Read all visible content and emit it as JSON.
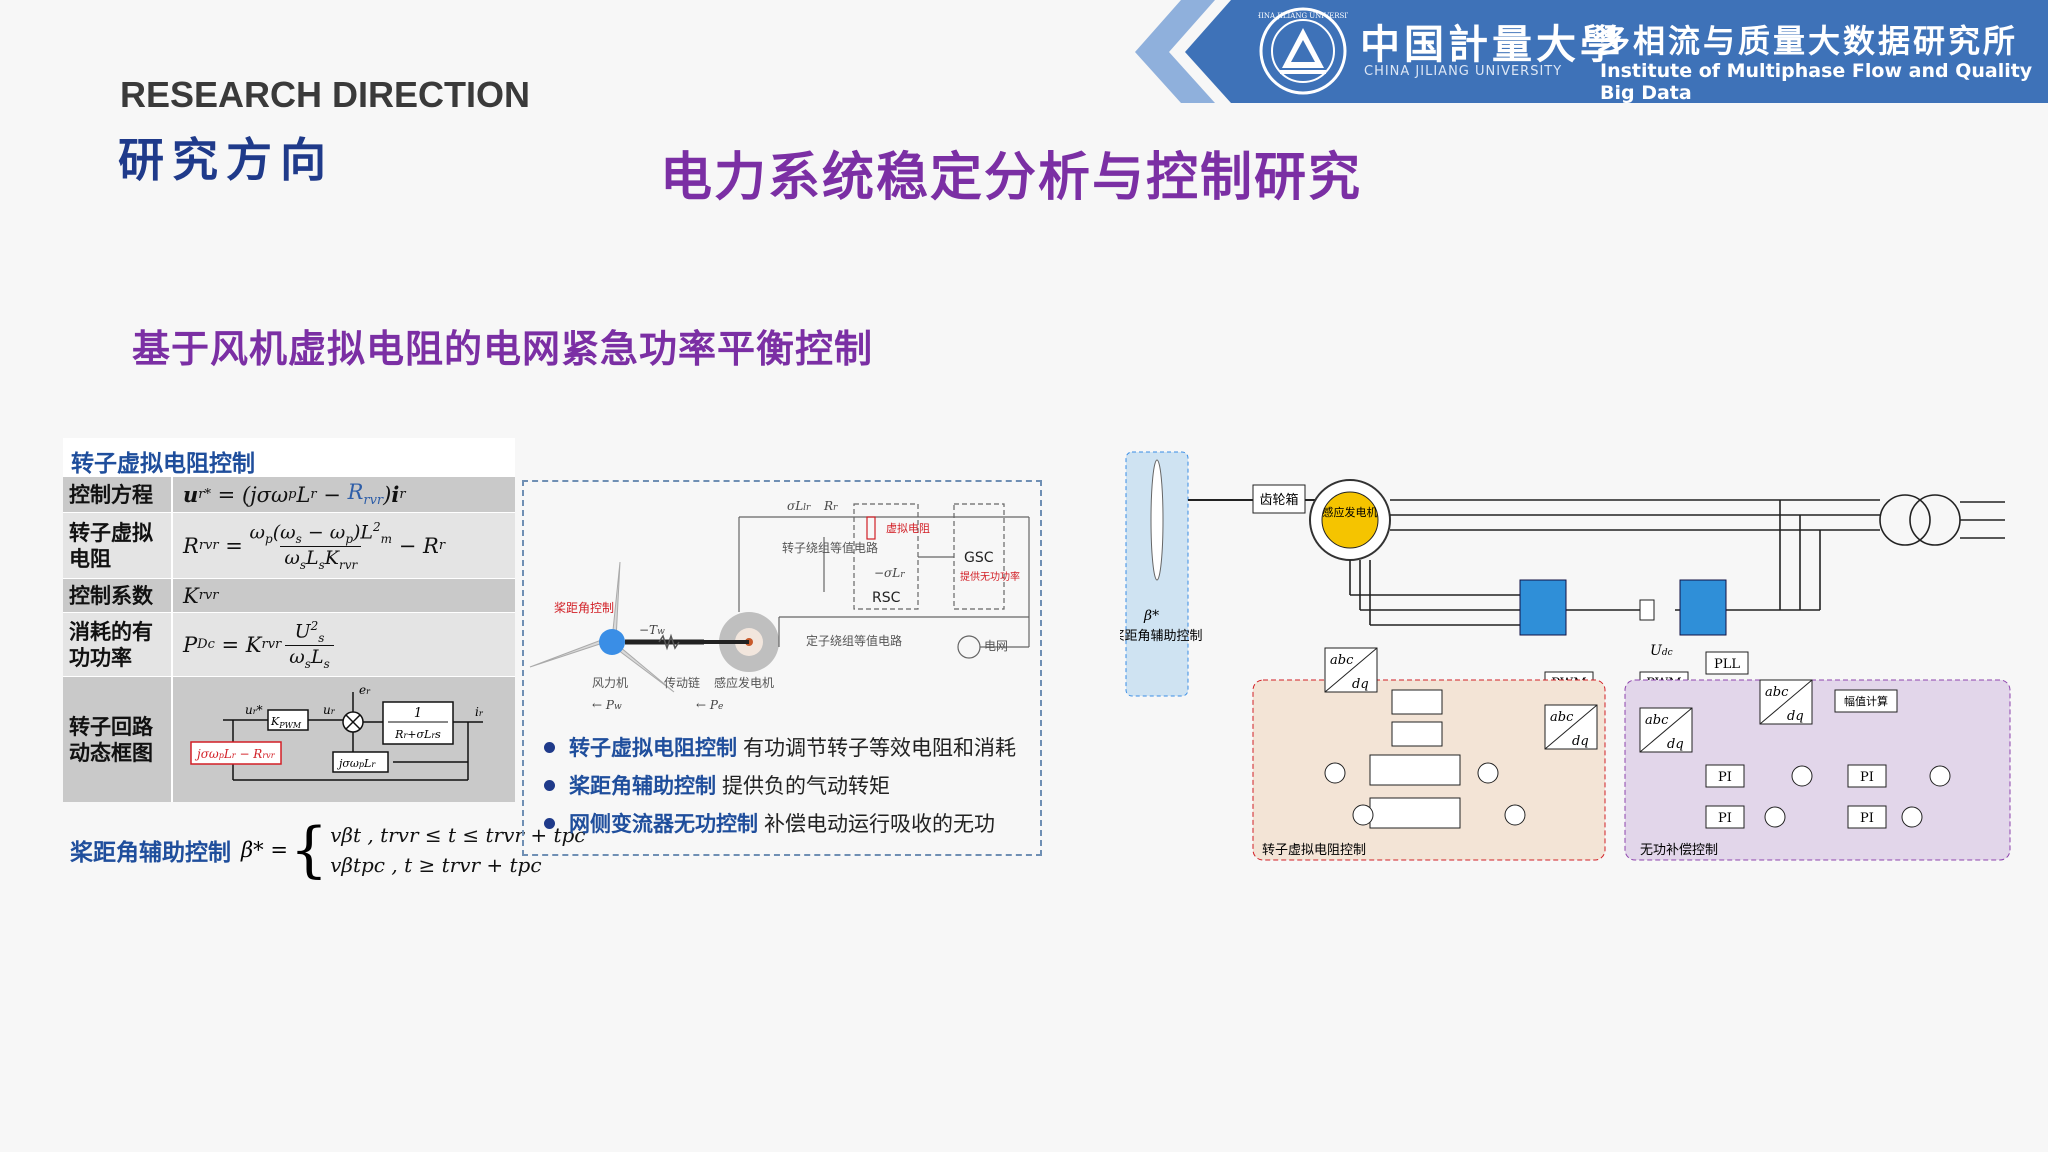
{
  "header": {
    "uni_cn": "中国計量大學",
    "uni_en": "CHINA JILIANG UNIVERSITY",
    "emblem_ring": "CHINA JILIANG UNIVERSITY",
    "inst_cn": "多相流与质量大数据研究所",
    "inst_en": "Institute of Multiphase Flow and Quality Big Data",
    "colors": {
      "banner": "#3e72b8",
      "banner_light": "#8fb0dc"
    }
  },
  "section": {
    "en": "RESEARCH DIRECTION",
    "cn": "研究方向"
  },
  "title": "电力系统稳定分析与控制研究",
  "subtitle": "基于风机虚拟电阻的电网紧急功率平衡控制",
  "table": {
    "heading": "转子虚拟电阻控制",
    "rows": [
      {
        "key": "控制方程",
        "value": "u*r = (jσωpLr − Rrvr)ir"
      },
      {
        "key": "转子虚拟电阻",
        "value": "Rrvr = ωp(ωs − ωp)L²m / (ωsLsKrvr) − Rr"
      },
      {
        "key": "控制系数",
        "value": "Krvr"
      },
      {
        "key": "消耗的有功功率",
        "value": "PDc = Krvr U²s / (ωsLs)"
      },
      {
        "key": "转子回路动态框图",
        "value": ""
      }
    ]
  },
  "pitch": {
    "label": "桨距角辅助控制",
    "eq_line1": "vβt  , trvr ≤ t ≤ trvr + tpc",
    "eq_line2": "vβtpc , t ≥ trvr + tpc",
    "eq_lhs": "β* ="
  },
  "middle": {
    "bullets": [
      {
        "key": "转子虚拟电阻控制",
        "text": "有功调节转子等效电阻和消耗"
      },
      {
        "key": "桨距角辅助控制",
        "text": "提供负的气动转矩"
      },
      {
        "key": "网侧变流器无功控制",
        "text": "补偿电动运行吸收的无功"
      }
    ],
    "labels": {
      "pitch_ctrl": "桨距角控制",
      "turbine": "风力机",
      "chain": "传动链",
      "generator": "感应发电机",
      "rotor_eq": "转子绕组等值电路",
      "stator_eq": "定子绕组等值电路",
      "virtual_r": "虚拟电阻",
      "reactive": "提供无功功率",
      "grid": "电网",
      "rsc": "RSC",
      "gsc": "GSC"
    }
  },
  "right": {
    "gearbox": "齿轮箱",
    "gen": "感应发电机",
    "pitch_assist": "桨距角辅助控制",
    "rotor_ctrl": "转子虚拟电阻控制",
    "reactive_ctrl": "无功补偿控制",
    "amp_calc": "幅值计算",
    "pwm": "PWM",
    "pll": "PLL",
    "pi": "PI",
    "abc": "abc",
    "dq": "dq"
  }
}
